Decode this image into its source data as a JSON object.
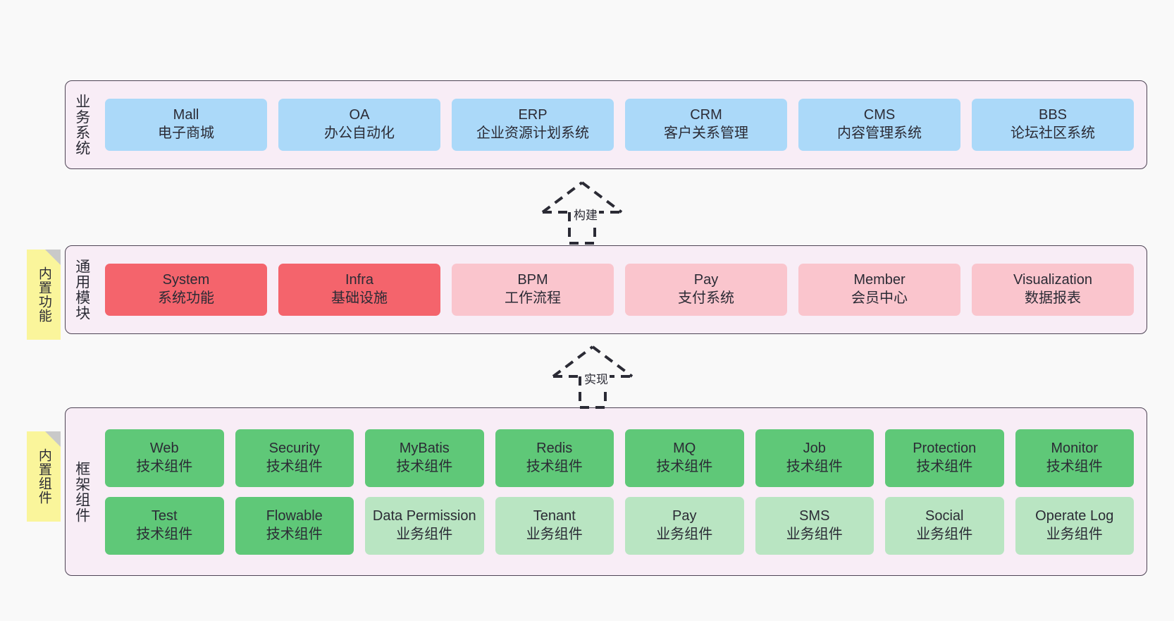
{
  "diagram": {
    "background_color": "#F9F9F9",
    "layer_fill": "#F8EDF6",
    "layer_border": "#4E4455"
  },
  "layers": [
    {
      "id": "business",
      "title": "业务系统",
      "cards": [
        {
          "en": "Mall",
          "cn": "电子商城",
          "color": "#ABD9F9"
        },
        {
          "en": "OA",
          "cn": "办公自动化",
          "color": "#ABD9F9"
        },
        {
          "en": "ERP",
          "cn": "企业资源计划系统",
          "color": "#ABD9F9"
        },
        {
          "en": "CRM",
          "cn": "客户关系管理",
          "color": "#ABD9F9"
        },
        {
          "en": "CMS",
          "cn": "内容管理系统",
          "color": "#ABD9F9"
        },
        {
          "en": "BBS",
          "cn": "论坛社区系统",
          "color": "#ABD9F9"
        }
      ]
    },
    {
      "id": "common",
      "title": "通用模块",
      "sticky": "内置功能",
      "sticky_color": "#FAF59B",
      "cards": [
        {
          "en": "System",
          "cn": "系统功能",
          "color": "#F4646C"
        },
        {
          "en": "Infra",
          "cn": "基础设施",
          "color": "#F4646C"
        },
        {
          "en": "BPM",
          "cn": "工作流程",
          "color": "#FAC5CD"
        },
        {
          "en": "Pay",
          "cn": "支付系统",
          "color": "#FAC5CD"
        },
        {
          "en": "Member",
          "cn": "会员中心",
          "color": "#FAC5CD"
        },
        {
          "en": "Visualization",
          "cn": "数据报表",
          "color": "#FAC5CD"
        }
      ]
    },
    {
      "id": "framework",
      "title": "框架组件",
      "sticky": "内置组件",
      "sticky_color": "#FAF59B",
      "row1": [
        {
          "en": "Web",
          "cn": "技术组件",
          "color": "#5FC878"
        },
        {
          "en": "Security",
          "cn": "技术组件",
          "color": "#5FC878"
        },
        {
          "en": "MyBatis",
          "cn": "技术组件",
          "color": "#5FC878"
        },
        {
          "en": "Redis",
          "cn": "技术组件",
          "color": "#5FC878"
        },
        {
          "en": "MQ",
          "cn": "技术组件",
          "color": "#5FC878"
        },
        {
          "en": "Job",
          "cn": "技术组件",
          "color": "#5FC878"
        },
        {
          "en": "Protection",
          "cn": "技术组件",
          "color": "#5FC878"
        },
        {
          "en": "Monitor",
          "cn": "技术组件",
          "color": "#5FC878"
        }
      ],
      "row2": [
        {
          "en": "Test",
          "cn": "技术组件",
          "color": "#5FC878"
        },
        {
          "en": "Flowable",
          "cn": "技术组件",
          "color": "#5FC878"
        },
        {
          "en": "Data Permission",
          "cn": "业务组件",
          "color": "#B9E5C2"
        },
        {
          "en": "Tenant",
          "cn": "业务组件",
          "color": "#B9E5C2"
        },
        {
          "en": "Pay",
          "cn": "业务组件",
          "color": "#B9E5C2"
        },
        {
          "en": "SMS",
          "cn": "业务组件",
          "color": "#B9E5C2"
        },
        {
          "en": "Social",
          "cn": "业务组件",
          "color": "#B9E5C2"
        },
        {
          "en": "Operate Log",
          "cn": "业务组件",
          "color": "#B9E5C2"
        }
      ]
    }
  ],
  "arrows": [
    {
      "id": "build",
      "label": "构建",
      "style": "dashed-hollow-up"
    },
    {
      "id": "implement",
      "label": "实现",
      "style": "dashed-hollow-up"
    }
  ]
}
